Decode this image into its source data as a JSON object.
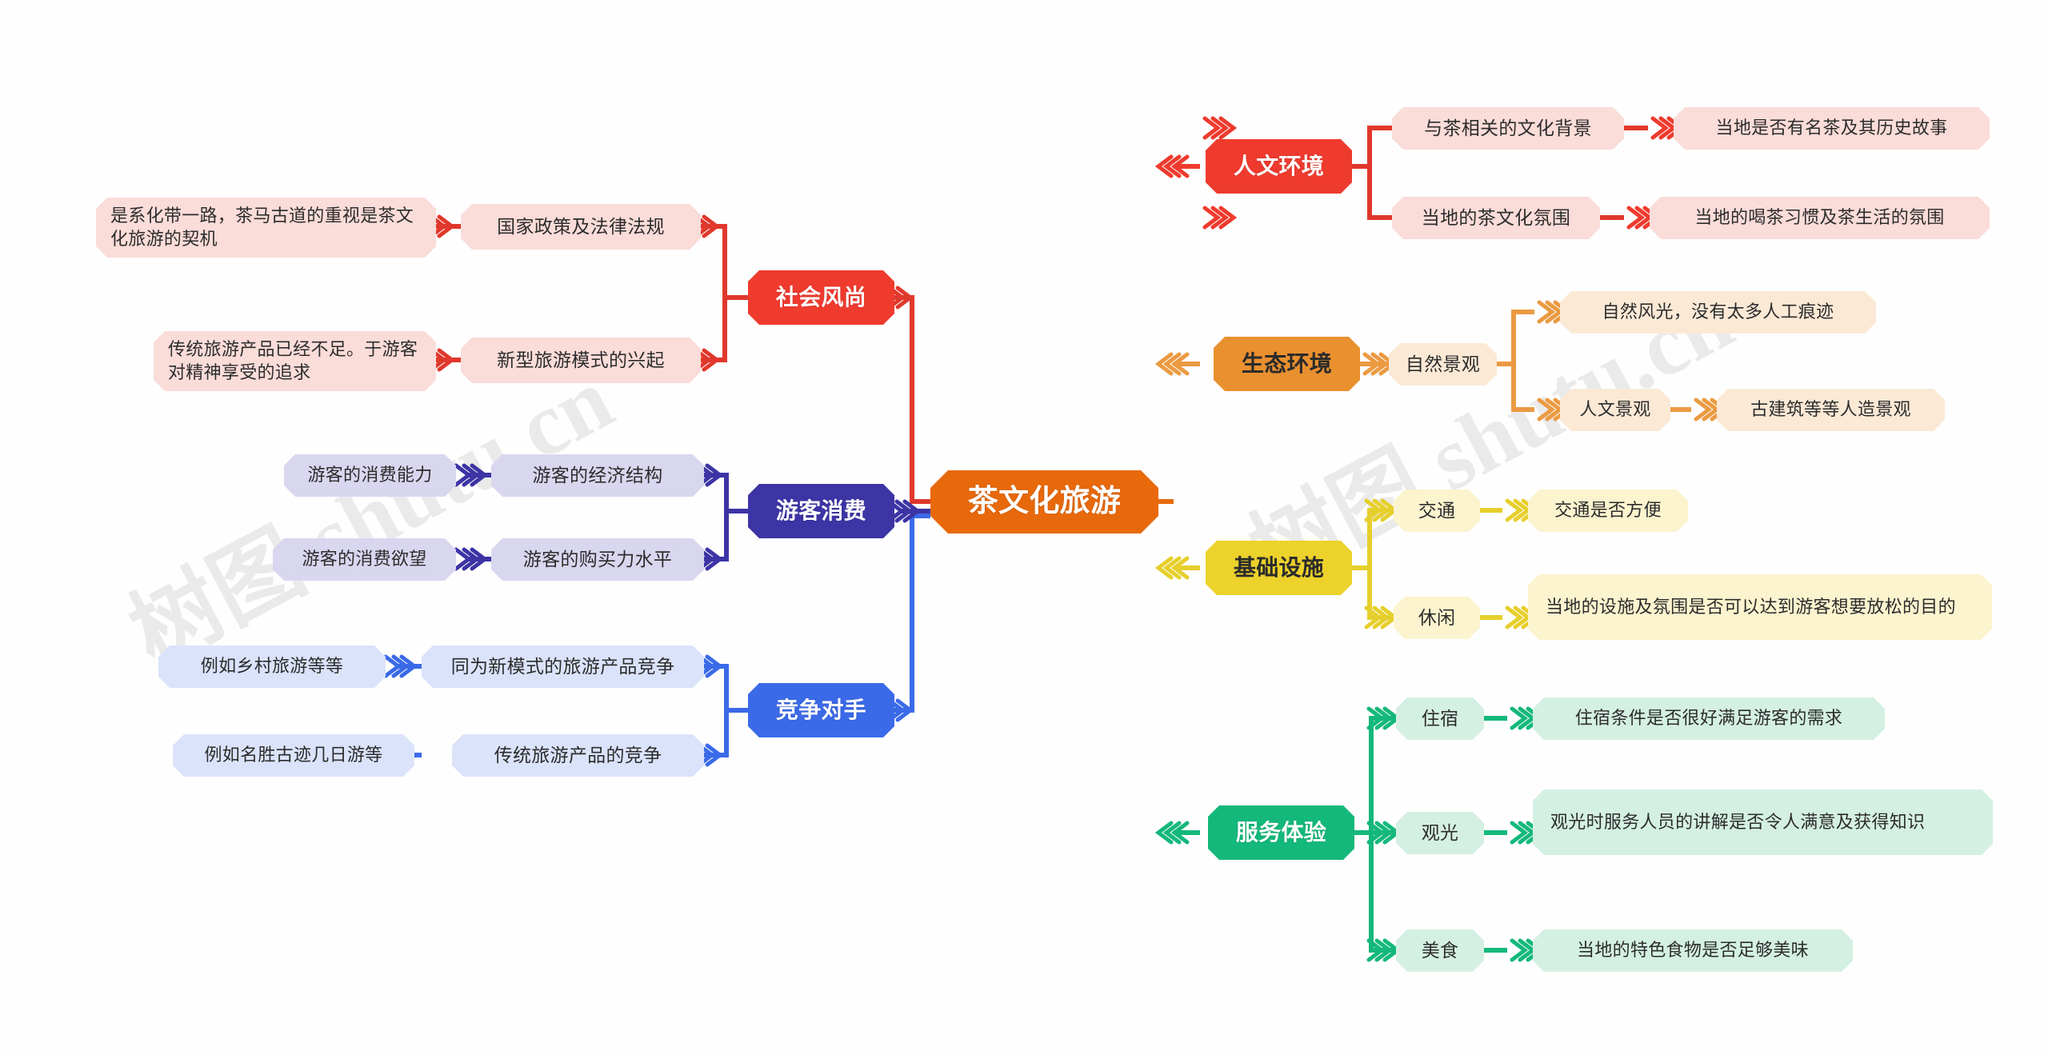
{
  "title": "茶文化旅游",
  "watermarks": [
    "树图 shutu.cn",
    "树图 shutu.cn"
  ],
  "palette": {
    "root": "#e8690b",
    "red": "#ef3b2e",
    "red_light": "#fadcd9",
    "red_line": "#e0382c",
    "orange": "#e9902f",
    "orange_light": "#fbe9d6",
    "orange_line": "#eb9a42",
    "yellow": "#ecd22a",
    "yellow_light": "#fcf4cf",
    "yellow_line": "#e6cf2c",
    "green": "#14b87b",
    "green_light": "#d4f0e2",
    "green_line": "#14b87b",
    "indigo": "#3d34a5",
    "indigo_light": "#d9d7ef",
    "indigo_line": "#3d34a5",
    "blue": "#3b6ae8",
    "blue_light": "#dbe3fb",
    "blue_line": "#3b6ae8"
  },
  "root": {
    "label": "茶文化旅游"
  },
  "branches": {
    "left": [
      {
        "id": "social",
        "label": "社会风尚",
        "color": "red",
        "children": [
          {
            "label": "国家政策及法律法规",
            "detail": "是系化带一路，茶马古道的重视是茶文化旅游的契机"
          },
          {
            "label": "新型旅游模式的兴起",
            "detail": "传统旅游产品已经不足。于游客对精神享受的追求"
          }
        ]
      },
      {
        "id": "spend",
        "label": "游客消费",
        "color": "indigo",
        "children": [
          {
            "label": "游客的经济结构",
            "detail": "游客的消费能力"
          },
          {
            "label": "游客的购买力水平",
            "detail": "游客的消费欲望"
          }
        ]
      },
      {
        "id": "rival",
        "label": "竞争对手",
        "color": "blue",
        "children": [
          {
            "label": "同为新模式的旅游产品竞争",
            "detail": "例如乡村旅游等等"
          },
          {
            "label": "传统旅游产品的竞争",
            "detail": "例如名胜古迹几日游等"
          }
        ]
      }
    ],
    "right": [
      {
        "id": "humanity",
        "label": "人文环境",
        "color": "red",
        "children": [
          {
            "label": "与茶相关的文化背景",
            "detail": "当地是否有名茶及其历史故事"
          },
          {
            "label": "当地的茶文化氛围",
            "detail": "当地的喝茶习惯及茶生活的氛围"
          }
        ]
      },
      {
        "id": "eco",
        "label": "生态环境",
        "color": "orange",
        "children": [
          {
            "label": "自然景观",
            "grandchildren": [
              "自然风光，没有太多人工痕迹",
              "人文景观"
            ],
            "extra": "古建筑等等人造景观"
          }
        ]
      },
      {
        "id": "infra",
        "label": "基础设施",
        "color": "yellow",
        "children": [
          {
            "label": "交通",
            "detail": "交通是否方便"
          },
          {
            "label": "休闲",
            "detail": "当地的设施及氛围是否可以达到游客想要放松的目的"
          }
        ]
      },
      {
        "id": "service",
        "label": "服务体验",
        "color": "green",
        "children": [
          {
            "label": "住宿",
            "detail": "住宿条件是否很好满足游客的需求"
          },
          {
            "label": "观光",
            "detail": "观光时服务人员的讲解是否令人满意及获得知识"
          },
          {
            "label": "美食",
            "detail": "当地的特色食物是否足够美味"
          }
        ]
      }
    ]
  }
}
